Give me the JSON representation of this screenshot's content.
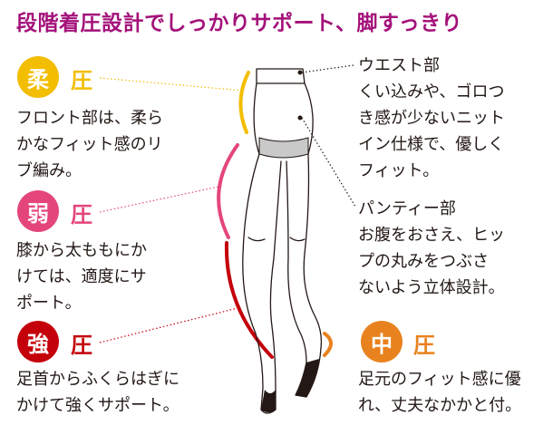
{
  "title": "段階着圧設計でしっかりサポート、脚すっきり",
  "zones": {
    "soft": {
      "badge": "柔",
      "pressure": "圧",
      "description": "フロント部は、柔ら\nかなフィット感のリ\nブ編み。",
      "color": "#f3bd00"
    },
    "weak": {
      "badge": "弱",
      "pressure": "圧",
      "description": "膝から太ももにか\nけては、適度にサ\nポート。",
      "color": "#e4467c"
    },
    "strong": {
      "badge": "強",
      "pressure": "圧",
      "description": "足首からふくらはぎに\nかけて強くサポート。",
      "color": "#c4000b"
    },
    "medium": {
      "badge": "中",
      "pressure": "圧",
      "description": "足元のフィット感に優\nれ、丈夫なかかと付。",
      "color": "#e8821e"
    }
  },
  "waist": {
    "description": "ウエスト部\nくい込みや、ゴロつ\nき感が少ないニット\nイン仕様で、優しく\nフィット。"
  },
  "panty": {
    "description": "パンティー部\nお腹をおさえ、ヒッ\nプの丸みをつぶさ\nないよう立体設計。"
  }
}
